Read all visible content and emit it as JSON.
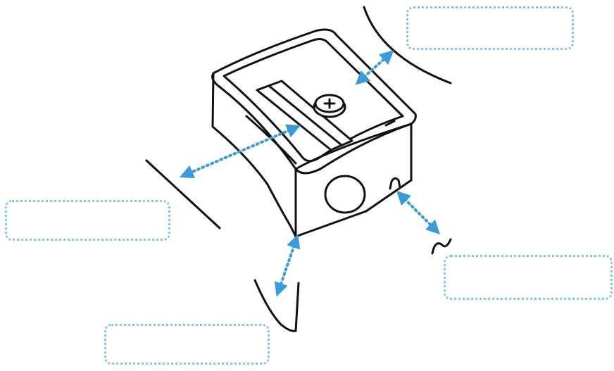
{
  "diagram": {
    "accent_color": "#3a9bd8",
    "line_color": "#111111",
    "labels": [
      {
        "id": "top-right",
        "text": ""
      },
      {
        "id": "left",
        "text": ""
      },
      {
        "id": "bottom",
        "text": ""
      },
      {
        "id": "right",
        "text": ""
      }
    ]
  }
}
